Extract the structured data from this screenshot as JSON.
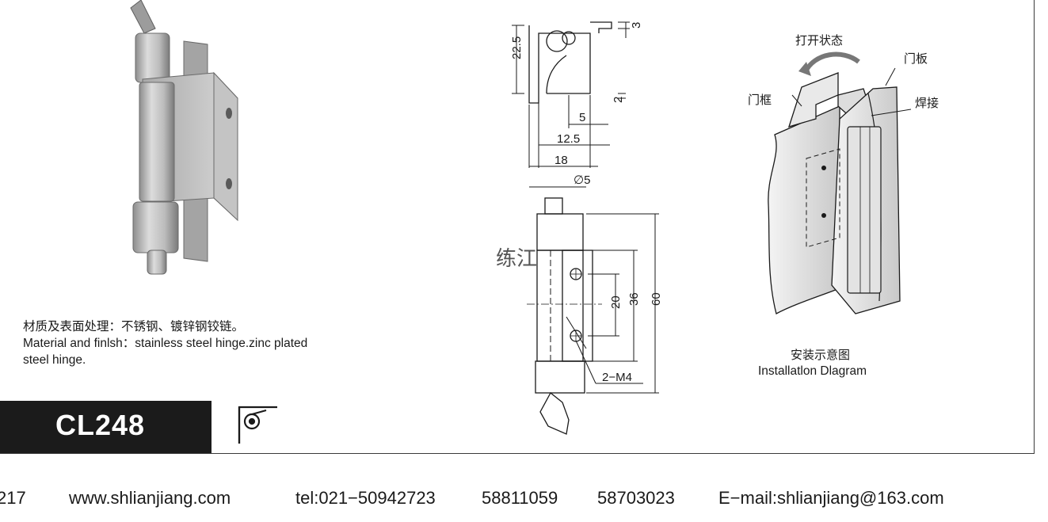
{
  "material": {
    "line_cn": "材质及表面处理：不锈钢、镀锌钢铰链。",
    "line_en_1": "Material and finlsh：stainless steel hinge.zinc plated",
    "line_en_2": "steel hinge."
  },
  "model": {
    "code": "CL248"
  },
  "dimensions": {
    "d_22_5": "22.5",
    "d_3": "3",
    "d_2": "2",
    "d_5": "5",
    "d_12_5": "12.5",
    "d_18": "18",
    "d_dia5": "∅5",
    "d_20": "20",
    "d_36": "36",
    "d_60": "60",
    "d_m4": "2−M4",
    "watermark": "练江"
  },
  "installation": {
    "open_state": "打开状态",
    "door_panel": "门板",
    "door_frame": "门框",
    "welding": "焊接",
    "caption_cn": "安装示意图",
    "caption_en": "Installatlon Dlagram"
  },
  "footer": {
    "page": "217",
    "website": "www.shlianjiang.com",
    "tel": "tel:021−50942723",
    "phone2": "58811059",
    "phone3": "58703023",
    "email": "E−mail:shlianjiang@163.com"
  }
}
